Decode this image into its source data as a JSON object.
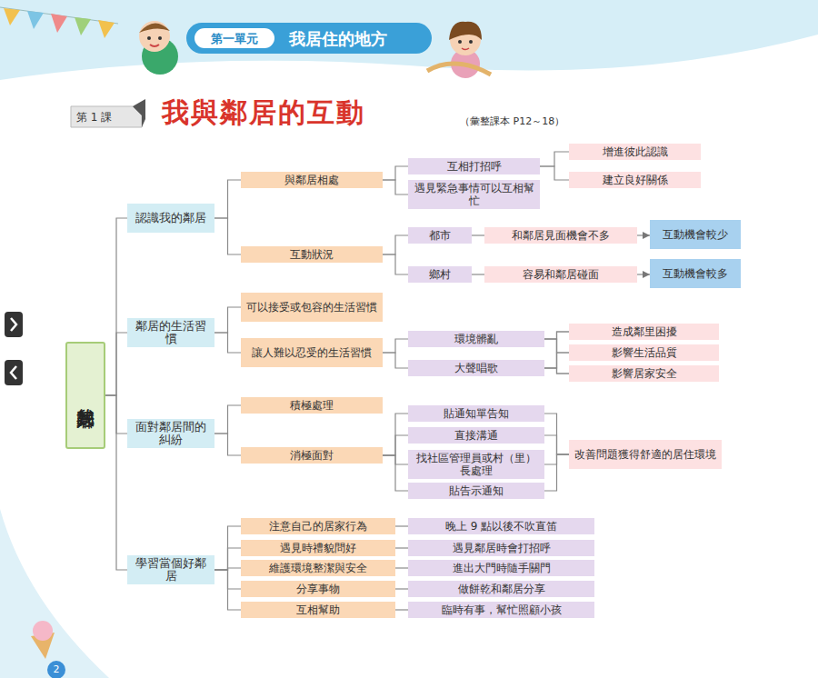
{
  "diagram": {
    "title": "我與鄰居的互動",
    "nodes": [
      {
        "text": [
          "我的好鄰居"
        ]
      },
      {
        "text": [
          "認識我的鄰居"
        ]
      },
      {
        "text": [
          "與鄰居相處"
        ]
      },
      {
        "text": [
          "互相打招呼"
        ]
      },
      {
        "text": [
          "增進彼此認識"
        ]
      },
      {
        "text": [
          "建立良好關係"
        ]
      },
      {
        "text": [
          "遇見緊急事情可以互相幫忙"
        ]
      },
      {
        "text": [
          "互動狀況"
        ]
      },
      {
        "text": [
          "都市"
        ]
      },
      {
        "text": [
          "和鄰居見面機會不多"
        ]
      },
      {
        "text": [
          "互動機會較少"
        ]
      },
      {
        "text": [
          "鄉村"
        ]
      },
      {
        "text": [
          "容易和鄰居碰面"
        ]
      },
      {
        "text": [
          "互動機會較多"
        ]
      },
      {
        "text": [
          "鄰居的生活習慣"
        ]
      },
      {
        "text": [
          "可以接受或包容的生活習慣"
        ]
      },
      {
        "text": [
          "讓人難以忍受的生活習慣"
        ]
      },
      {
        "text": [
          "環境髒亂"
        ]
      },
      {
        "text": [
          "大聲唱歌"
        ]
      },
      {
        "text": [
          "造成鄰里困擾"
        ]
      },
      {
        "text": [
          "影響生活品質"
        ]
      },
      {
        "text": [
          "影響居家安全"
        ]
      },
      {
        "text": [
          "面對鄰居間的糾紛"
        ]
      },
      {
        "text": [
          "積極處理"
        ]
      },
      {
        "text": [
          "消極面對"
        ]
      },
      {
        "text": [
          "貼通知單告知"
        ]
      },
      {
        "text": [
          "直接溝通"
        ]
      },
      {
        "text": [
          "找社區管理員或村（里）長處理"
        ]
      },
      {
        "text": [
          "貼告示通知"
        ]
      },
      {
        "text": [
          "改善問題獲得舒適的居住環境"
        ]
      },
      {
        "text": [
          "學習當個好鄰居"
        ]
      },
      {
        "text": [
          "注意自己的居家行為"
        ]
      },
      {
        "text": [
          "晚上 9 點以後不吹直笛"
        ]
      },
      {
        "text": [
          "遇見時禮貌問好"
        ]
      },
      {
        "text": [
          "遇見鄰居時會打招呼"
        ]
      },
      {
        "text": [
          "維護環境整潔與安全"
        ]
      },
      {
        "text": [
          "進出大門時隨手關門"
        ]
      },
      {
        "text": [
          "分享事物"
        ]
      },
      {
        "text": [
          "做餅乾和鄰居分享"
        ]
      },
      {
        "text": [
          "互相幫助"
        ]
      },
      {
        "text": [
          "臨時有事，幫忙照顧小孩"
        ]
      }
    ],
    "edges": [
      {
        "from": 0,
        "to": 1,
        "arrow": "none"
      },
      {
        "from": 0,
        "to": 14,
        "arrow": "none"
      },
      {
        "from": 0,
        "to": 22,
        "arrow": "none"
      },
      {
        "from": 0,
        "to": 30,
        "arrow": "none"
      },
      {
        "from": 1,
        "to": 2,
        "arrow": "none"
      },
      {
        "from": 1,
        "to": 7,
        "arrow": "none"
      },
      {
        "from": 2,
        "to": 3,
        "arrow": "none"
      },
      {
        "from": 2,
        "to": 6,
        "arrow": "none"
      },
      {
        "from": 3,
        "to": 4,
        "arrow": "none"
      },
      {
        "from": 3,
        "to": 5,
        "arrow": "none"
      },
      {
        "from": 7,
        "to": 8,
        "arrow": "none"
      },
      {
        "from": 7,
        "to": 11,
        "arrow": "none"
      },
      {
        "from": 8,
        "to": 9,
        "arrow": "none"
      },
      {
        "from": 9,
        "to": 10,
        "arrow": "to"
      },
      {
        "from": 11,
        "to": 12,
        "arrow": "none"
      },
      {
        "from": 12,
        "to": 13,
        "arrow": "to"
      },
      {
        "from": 14,
        "to": 15,
        "arrow": "none"
      },
      {
        "from": 14,
        "to": 16,
        "arrow": "none"
      },
      {
        "from": 16,
        "to": 17,
        "arrow": "none"
      },
      {
        "from": 16,
        "to": 18,
        "arrow": "none"
      },
      {
        "from": 17,
        "to": 19,
        "arrow": "none"
      },
      {
        "from": 17,
        "to": 20,
        "arrow": "none"
      },
      {
        "from": 17,
        "to": 21,
        "arrow": "none"
      },
      {
        "from": 18,
        "to": 19,
        "arrow": "none"
      },
      {
        "from": 18,
        "to": 20,
        "arrow": "none"
      },
      {
        "from": 18,
        "to": 21,
        "arrow": "none"
      },
      {
        "from": 22,
        "to": 23,
        "arrow": "none"
      },
      {
        "from": 22,
        "to": 24,
        "arrow": "none"
      },
      {
        "from": 24,
        "to": 25,
        "arrow": "none"
      },
      {
        "from": 24,
        "to": 26,
        "arrow": "none"
      },
      {
        "from": 24,
        "to": 27,
        "arrow": "none"
      },
      {
        "from": 24,
        "to": 28,
        "arrow": "none"
      },
      {
        "from": 25,
        "to": 29,
        "arrow": "none"
      },
      {
        "from": 26,
        "to": 29,
        "arrow": "none"
      },
      {
        "from": 27,
        "to": 29,
        "arrow": "none"
      },
      {
        "from": 28,
        "to": 29,
        "arrow": "none"
      },
      {
        "from": 30,
        "to": 31,
        "arrow": "none"
      },
      {
        "from": 30,
        "to": 33,
        "arrow": "none"
      },
      {
        "from": 30,
        "to": 35,
        "arrow": "none"
      },
      {
        "from": 30,
        "to": 37,
        "arrow": "none"
      },
      {
        "from": 30,
        "to": 39,
        "arrow": "none"
      },
      {
        "from": 31,
        "to": 32,
        "arrow": "none"
      },
      {
        "from": 33,
        "to": 34,
        "arrow": "none"
      },
      {
        "from": 35,
        "to": 36,
        "arrow": "none"
      },
      {
        "from": 37,
        "to": 38,
        "arrow": "none"
      },
      {
        "from": 39,
        "to": 40,
        "arrow": "none"
      }
    ],
    "labels": [
      "第一單元",
      "我居住的地方",
      "第 1 課",
      "（彙整課本 P12～18）",
      "2"
    ]
  }
}
